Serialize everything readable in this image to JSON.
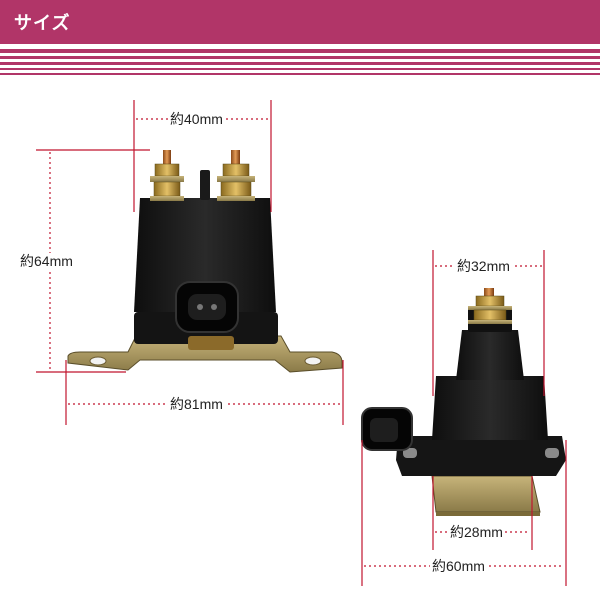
{
  "header": {
    "title": "サイズ"
  },
  "colors": {
    "accent": "#b13568",
    "dimension_line": "#c0152f"
  },
  "dimensions": {
    "top_width": "約40mm",
    "height": "約64mm",
    "base_width": "約81mm",
    "side_top_width": "約32mm",
    "bracket_width": "約28mm",
    "side_base_width": "約60mm"
  },
  "images": {
    "front_view": "solenoid-front-view",
    "side_view": "solenoid-side-view"
  }
}
